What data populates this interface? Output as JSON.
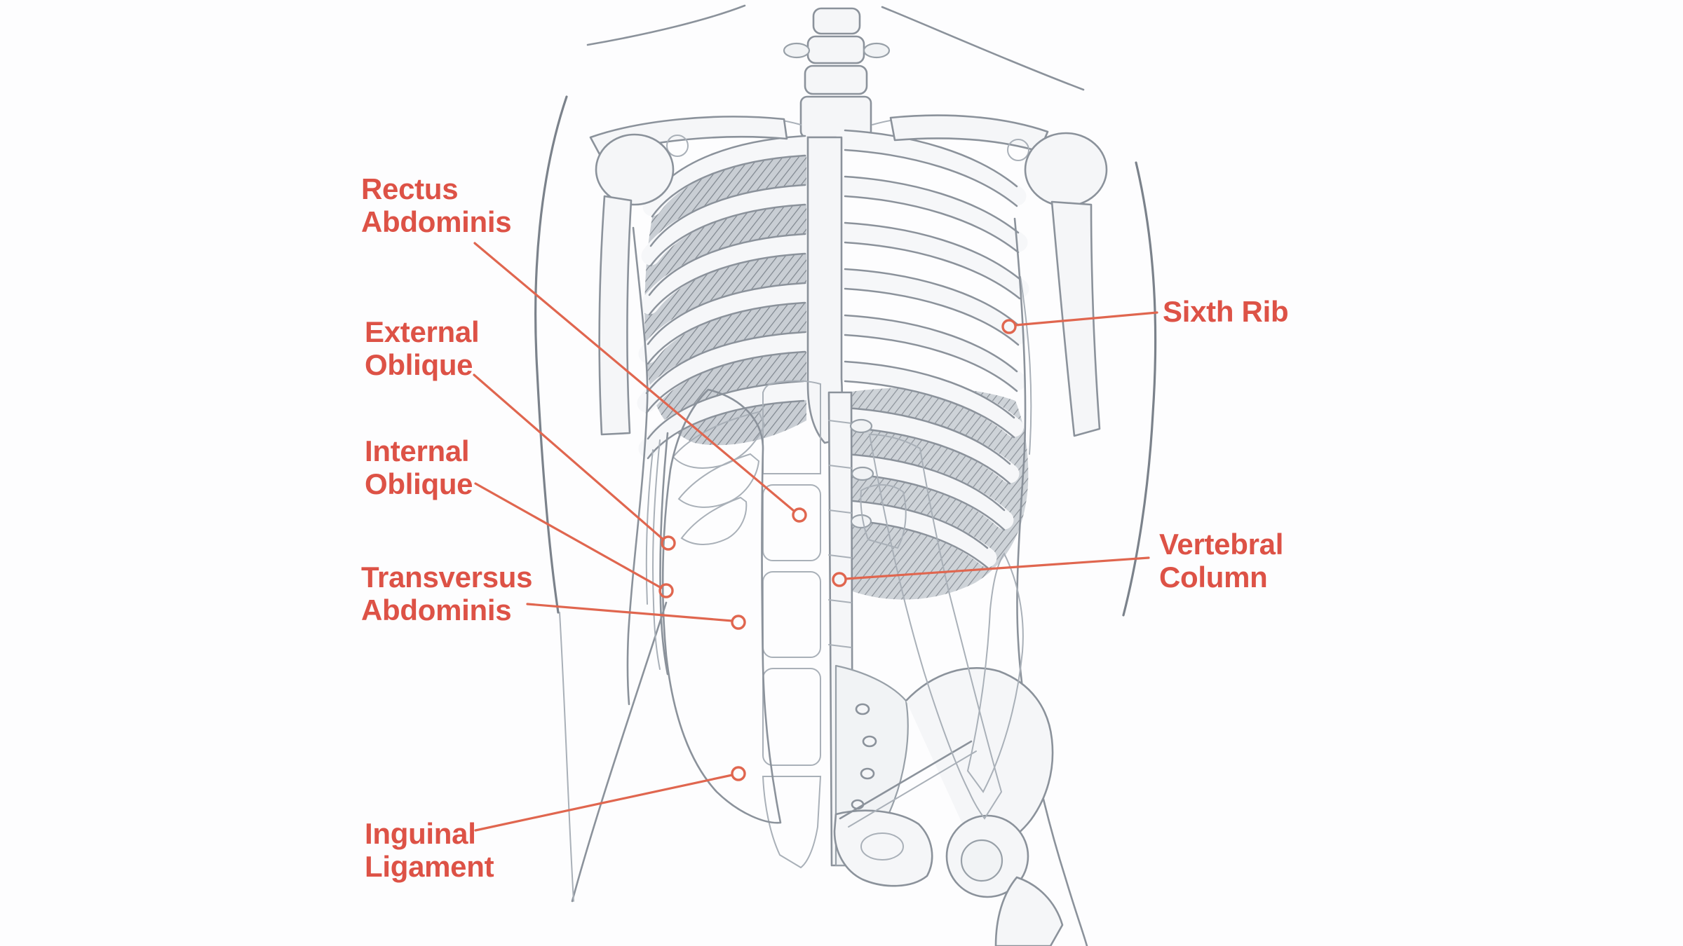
{
  "diagram": {
    "kind": "anatomical illustration, posterior torso with skeleton and abdominal musculature",
    "colors": {
      "label_text": "#dd5246",
      "leader_line": "#e0664f",
      "pencil_stroke": "#8b929b",
      "pencil_shading": "#c9ced4",
      "background": "#fdfdfe"
    },
    "labels": {
      "rectus_abdominis": {
        "line1": "Rectus",
        "line2": "Abdominis"
      },
      "external_oblique": {
        "line1": "External",
        "line2": "Oblique"
      },
      "internal_oblique": {
        "line1": "Internal",
        "line2": "Oblique"
      },
      "transversus_abdominis": {
        "line1": "Transversus",
        "line2": "Abdominis"
      },
      "inguinal_ligament": {
        "line1": "Inguinal",
        "line2": "Ligament"
      },
      "sixth_rib": {
        "line1": "Sixth Rib"
      },
      "vertebral_column": {
        "line1": "Vertebral",
        "line2": "Column"
      }
    }
  }
}
